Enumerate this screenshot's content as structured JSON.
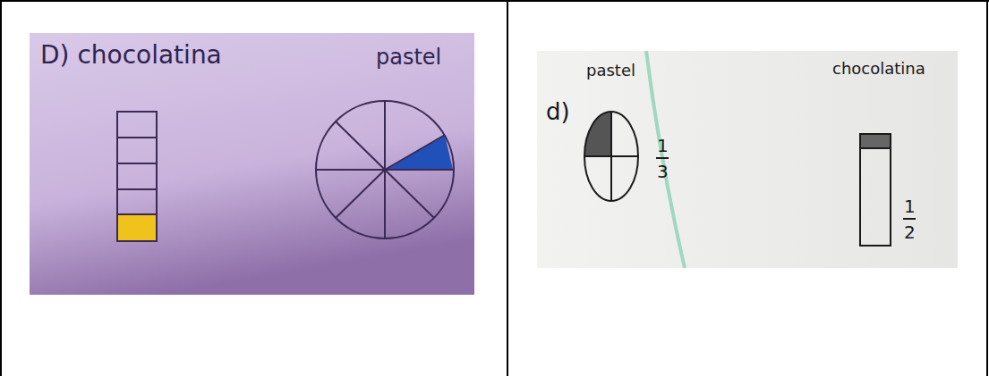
{
  "diagram": {
    "labels": [
      "D) chocolatina",
      "pastel",
      "d)",
      "pastel",
      "1",
      "3",
      "chocolatina",
      "1",
      "2"
    ]
  }
}
